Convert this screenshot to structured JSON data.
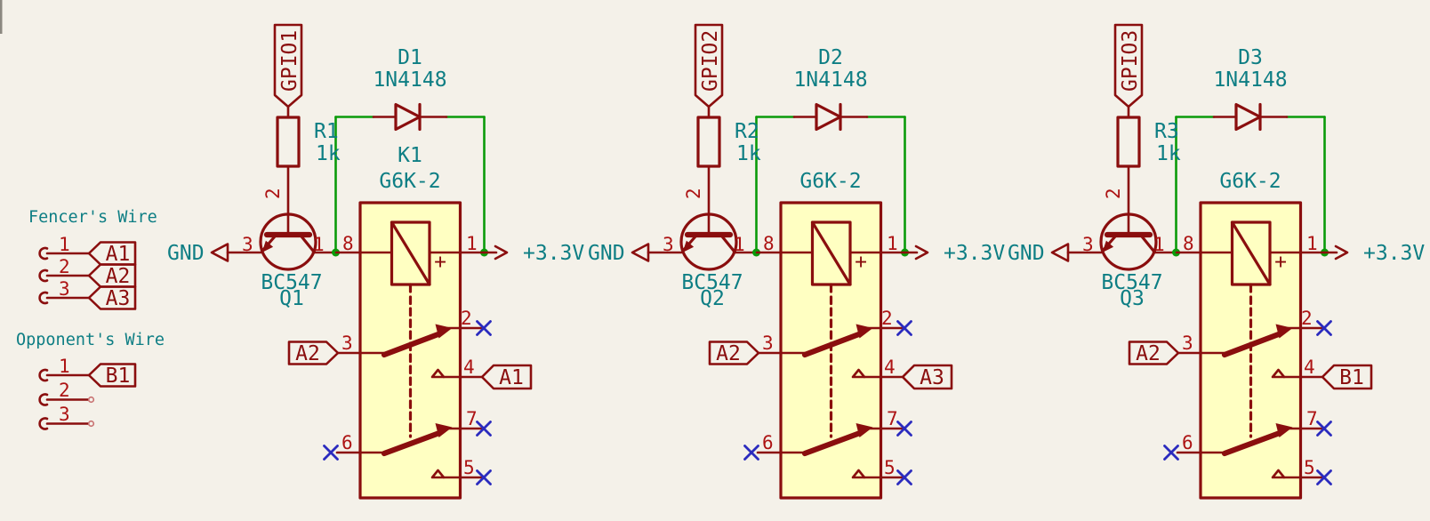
{
  "colors": {
    "background": "#F4F1E9",
    "symbol_outline": "#8A0E0E",
    "pin_number": "#AD1414",
    "field_text": "#0E7E84",
    "wire_green": "#0A9B0A",
    "no_connect_blue": "#2B2BBE",
    "symbol_fill_yellow": "#FFFFC2",
    "scrollbar_gray": "#8B8880"
  },
  "left_panel": {
    "fencers_wire": {
      "title": "Fencer's Wire",
      "pins": [
        {
          "number": "1",
          "label": "A1"
        },
        {
          "number": "2",
          "label": "A2"
        },
        {
          "number": "3",
          "label": "A3"
        }
      ]
    },
    "opponents_wire": {
      "title": "Opponent's Wire",
      "pins": [
        {
          "number": "1",
          "label": "B1"
        },
        {
          "number": "2",
          "label": ""
        },
        {
          "number": "3",
          "label": ""
        }
      ]
    }
  },
  "circuits": [
    {
      "gpio_label": "GPIO1",
      "resistor": {
        "ref": "R1",
        "value": "1k"
      },
      "diode": {
        "ref": "D1",
        "value": "1N4148"
      },
      "relay": {
        "ref": "K1",
        "value": "G6K-2",
        "plus": "+"
      },
      "transistor": {
        "value": "BC547",
        "ref": "Q1"
      },
      "gnd_label": "GND",
      "power_label": "+3.3V",
      "switch_labels": {
        "common": "A2",
        "nc_contact": "A1"
      },
      "pins": {
        "q_base": "2",
        "q_emitter": "3",
        "q_collector": "1",
        "coil_left": "8",
        "coil_right": "1",
        "sw1_no": "2",
        "sw1_com": "3",
        "sw1_nc": "4",
        "sw2_no": "7",
        "sw2_com": "6",
        "sw2_nc": "5"
      }
    },
    {
      "gpio_label": "GPIO2",
      "resistor": {
        "ref": "R2",
        "value": "1k"
      },
      "diode": {
        "ref": "D2",
        "value": "1N4148"
      },
      "relay": {
        "ref": "",
        "value": "G6K-2",
        "plus": "+"
      },
      "transistor": {
        "value": "BC547",
        "ref": "Q2"
      },
      "gnd_label": "GND",
      "power_label": "+3.3V",
      "switch_labels": {
        "common": "A2",
        "nc_contact": "A3"
      },
      "pins": {
        "q_base": "2",
        "q_emitter": "3",
        "q_collector": "1",
        "coil_left": "8",
        "coil_right": "1",
        "sw1_no": "2",
        "sw1_com": "3",
        "sw1_nc": "4",
        "sw2_no": "7",
        "sw2_com": "6",
        "sw2_nc": "5"
      }
    },
    {
      "gpio_label": "GPIO3",
      "resistor": {
        "ref": "R3",
        "value": "1k"
      },
      "diode": {
        "ref": "D3",
        "value": "1N4148"
      },
      "relay": {
        "ref": "",
        "value": "G6K-2",
        "plus": "+"
      },
      "transistor": {
        "value": "BC547",
        "ref": "Q3"
      },
      "gnd_label": "GND",
      "power_label": "+3.3V",
      "switch_labels": {
        "common": "A2",
        "nc_contact": "B1"
      },
      "pins": {
        "q_base": "2",
        "q_emitter": "3",
        "q_collector": "1",
        "coil_left": "8",
        "coil_right": "1",
        "sw1_no": "2",
        "sw1_com": "3",
        "sw1_nc": "4",
        "sw2_no": "7",
        "sw2_com": "6",
        "sw2_nc": "5"
      }
    }
  ]
}
